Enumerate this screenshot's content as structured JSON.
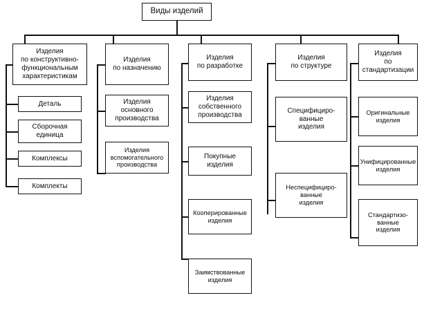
{
  "diagram": {
    "title": "Виды изделий",
    "root": {
      "label": "Виды изделий"
    },
    "columns": [
      {
        "header": "Изделия\nпо конструктивно-\nфункциональным\nхарактеристикам",
        "children": [
          {
            "label": "Деталь"
          },
          {
            "label": "Сборочная\nединица"
          },
          {
            "label": "Комплексы"
          },
          {
            "label": "Комплекты"
          }
        ]
      },
      {
        "header": "Изделия\nпо назначению",
        "children": [
          {
            "label": "Изделия\nосновного\nпроизводства"
          },
          {
            "label": "Изделия\nвспомогательного\nпроизводства"
          }
        ]
      },
      {
        "header": "Изделия\nпо разработке",
        "children": [
          {
            "label": "Изделия\nсобственного\nпроизводства"
          },
          {
            "label": "Покупные\nизделия"
          },
          {
            "label": "Кооперированные\nизделия"
          },
          {
            "label": "Заимствованные\nизделия"
          }
        ]
      },
      {
        "header": "Изделия\nпо структуре",
        "children": [
          {
            "label": "Специфициро-\nванные\nизделия"
          },
          {
            "label": "Неспецифициро-\nванные\nизделия"
          }
        ]
      },
      {
        "header": "Изделия\nпо стандартизации",
        "children": [
          {
            "label": "Оригинальные\nизделия"
          },
          {
            "label": "Унифицированные\nизделия"
          },
          {
            "label": "Стандартизо-\nванные\nизделия"
          }
        ]
      }
    ],
    "colors": {
      "background": "#ffffff",
      "line": "#111111",
      "text": "#0d0d0d"
    }
  }
}
